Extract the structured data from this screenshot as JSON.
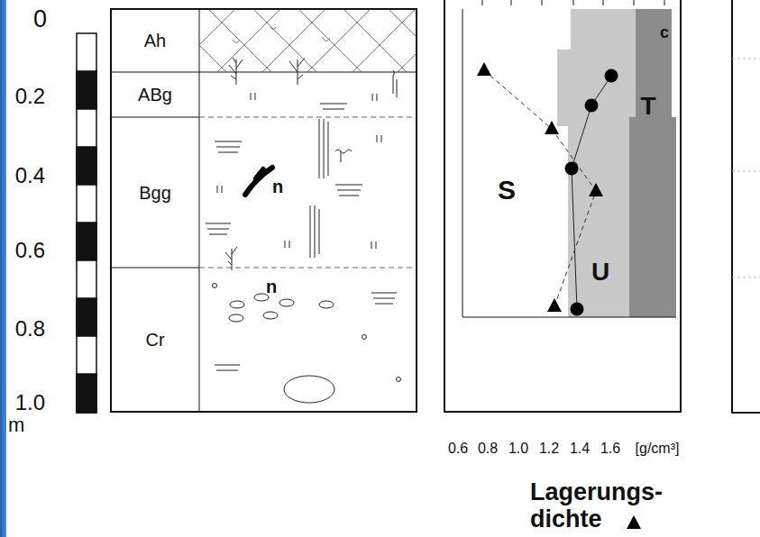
{
  "diagram": {
    "nodes": [
      {
        "text": [
          "Ah"
        ]
      },
      {
        "text": [
          "ABg"
        ]
      },
      {
        "text": [
          "Bgg"
        ]
      },
      {
        "text": [
          "Cr"
        ]
      }
    ],
    "labels": [
      "0",
      "0.2",
      "0.4",
      "0.6",
      "0.8",
      "1.0",
      "m",
      "n",
      "n",
      "S",
      "T",
      "U",
      "c",
      "0.6",
      "0.8",
      "1.0",
      "1.2",
      "1.4",
      "1.6",
      "[g/cm³]"
    ],
    "legend": [
      {
        "text": "Lagerungs- dichte"
      }
    ]
  }
}
